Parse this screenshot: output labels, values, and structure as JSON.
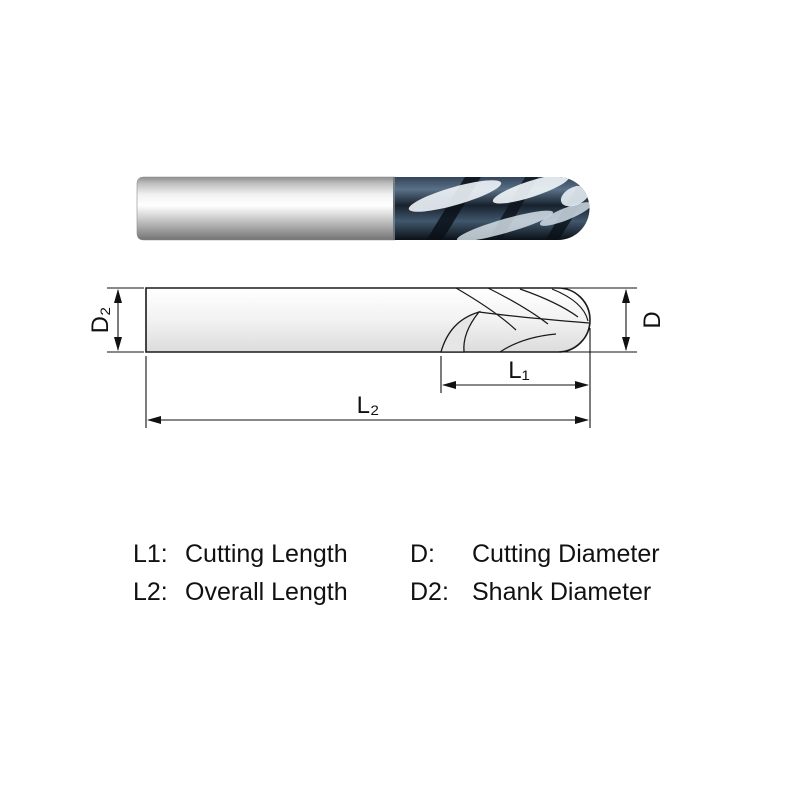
{
  "dimension_labels": {
    "l1": "L₁",
    "l2": "L₂",
    "d": "D",
    "d2": "D₂"
  },
  "legend": {
    "rows": [
      {
        "key1": "L1:",
        "desc1": "Cutting Length",
        "key2": "D:",
        "desc2": "Cutting Diameter"
      },
      {
        "key1": "L2:",
        "desc1": "Overall Length",
        "key2": "D2:",
        "desc2": "Shank Diameter"
      }
    ]
  },
  "colors": {
    "outline": "#1a1a1a",
    "dimension": "#111111",
    "flute_dark": "#17222e",
    "shank_light": "#e9e9e9",
    "background": "#ffffff"
  }
}
